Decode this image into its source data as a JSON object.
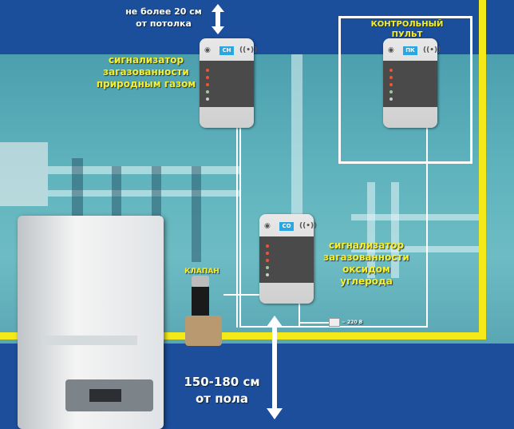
{
  "top_note": {
    "line1": "не более 20 см",
    "line2": "от потолка"
  },
  "bottom_note": {
    "line1": "150-180 см",
    "line2": "от пола"
  },
  "labels": {
    "natural_gas": [
      "сигнализатор",
      "загазованности",
      "природным газом"
    ],
    "control_panel": [
      "КОНТРОЛЬНЫЙ",
      "ПУЛЬТ"
    ],
    "carbon_monoxide": [
      "сигнализатор",
      "загазованности",
      "оксидом углерода"
    ],
    "valve": "КЛАПАН",
    "power": "~ 220 В"
  },
  "devices": {
    "gas": "CH",
    "panel": "ПК",
    "co": "CO"
  },
  "colors": {
    "background": "#1b4f9c",
    "yellow": "#f4ea1a",
    "room": "#5fb3bd"
  }
}
